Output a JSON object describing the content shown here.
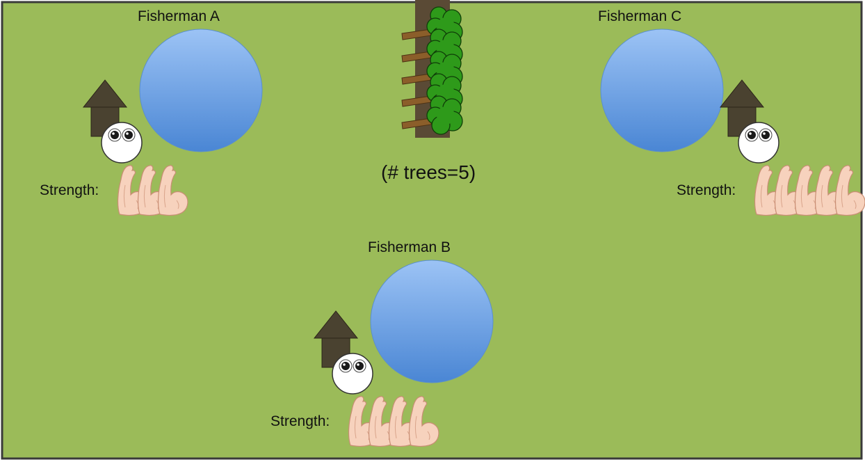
{
  "board": {
    "background_color": "#9bbb59",
    "border_color": "#3a3a3a",
    "lake_color_top": "#9cc3f5",
    "lake_color_bottom": "#4a86d4",
    "house_color": "#4a4230",
    "tree_leaf_color": "#2e9a1a",
    "tree_trunk_color": "#8b5e2a",
    "forest_strip_color": "#5a4a35"
  },
  "forest": {
    "tree_count": 5,
    "trees_text": "(# trees=5)"
  },
  "fishermen": [
    {
      "id": "A",
      "name": "Fisherman A",
      "strength_label": "Strength:",
      "strength": 3
    },
    {
      "id": "B",
      "name": "Fisherman B",
      "strength_label": "Strength:",
      "strength": 4
    },
    {
      "id": "C",
      "name": "Fisherman C",
      "strength_label": "Strength:",
      "strength": 5
    }
  ],
  "icons": [
    "house-icon",
    "face-icon",
    "arm-icon",
    "tree-icon",
    "lake"
  ]
}
